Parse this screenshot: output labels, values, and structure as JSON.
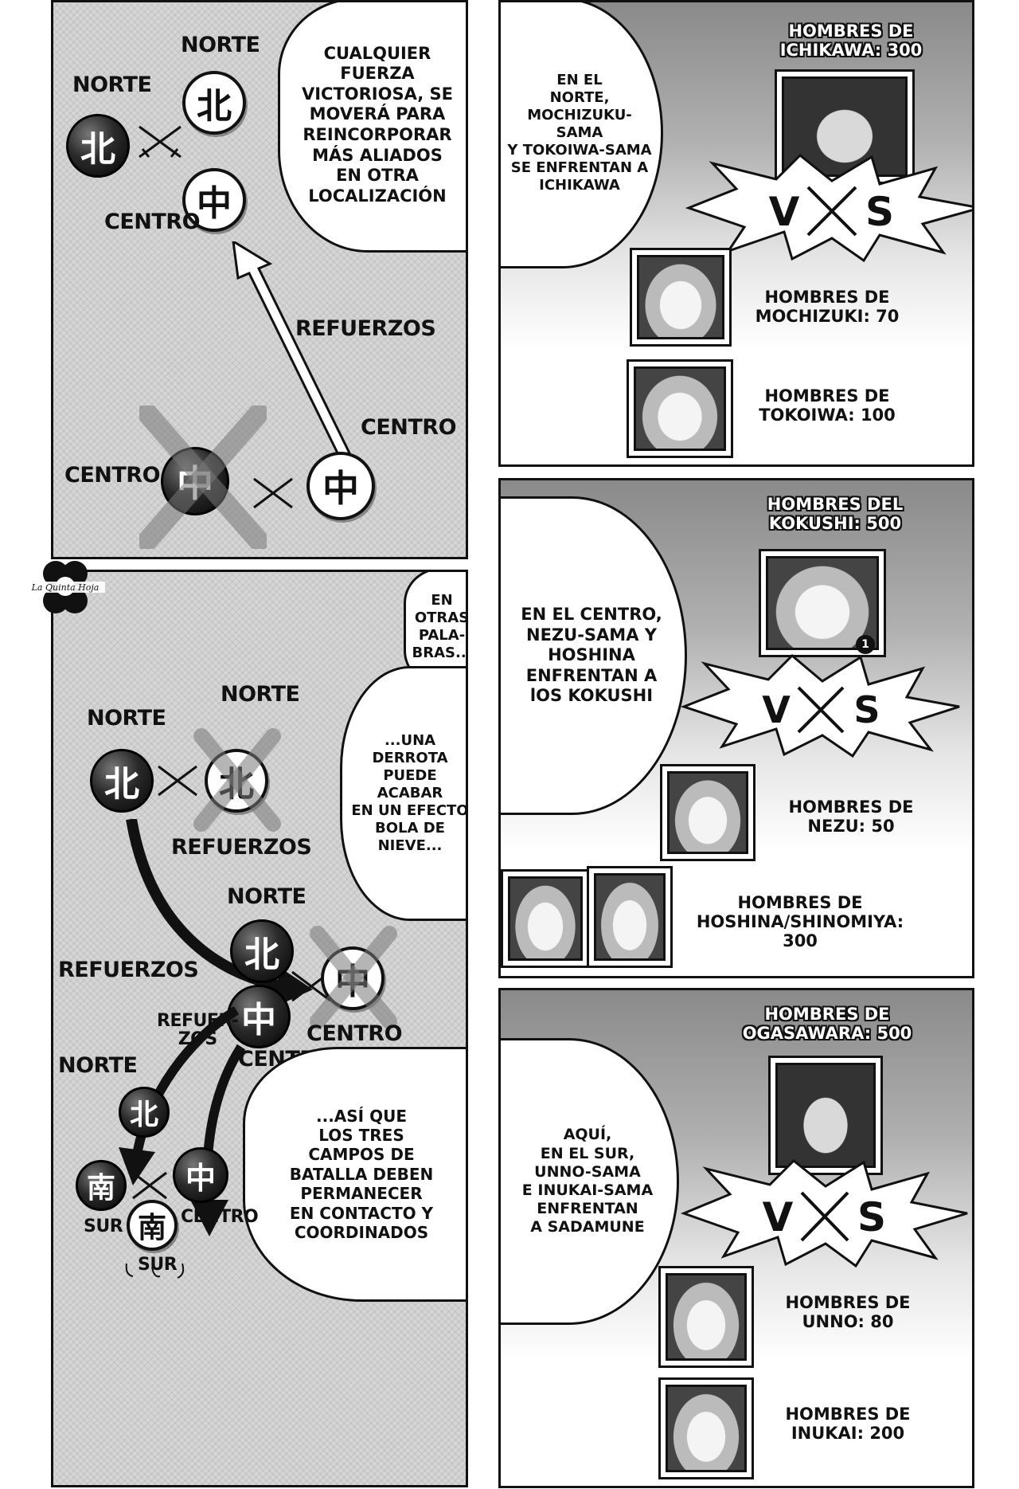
{
  "scanlator": {
    "name": "La Quinta Hoja"
  },
  "kanji": {
    "north": "北",
    "center": "中",
    "south": "南"
  },
  "panel1": {
    "bubble": "CUALQUIER\nFUERZA\nVICTORIOSA, SE\nMOVERÁ PARA\nREINCORPORAR\nMÁS ALIADOS\nEN OTRA\nLOCALIZACIÓN",
    "label_norte_top": "NORTE",
    "label_norte_left": "NORTE",
    "label_centro_top": "CENTRO",
    "label_refuerzos": "REFUERZOS",
    "label_centro_right": "CENTRO",
    "label_centro_left": "CENTRO"
  },
  "panel2": {
    "bubble1": "EN\nOTRAS\nPALA-\nBRAS...",
    "bubble2": "...UNA\nDERROTA\nPUEDE ACABAR\nEN UN EFECTO\nBOLA DE\nNIEVE...",
    "bubble3": "...ASÍ QUE\nLOS TRES\nCAMPOS DE\nBATALLA DEBEN\nPERMANECER\nEN CONTACTO Y\nCOORDINADOS",
    "label_norte_a": "NORTE",
    "label_norte_b": "NORTE",
    "label_refuerzos_a": "REFUERZOS",
    "label_norte_c": "NORTE",
    "label_refuerzos_b": "REFUERZOS",
    "label_refuerzos_c": "REFUER-\nZOS",
    "label_centro_a": "CENTRO",
    "label_centro_b": "CENTRO",
    "label_norte_d": "NORTE",
    "label_sur_a": "SUR",
    "label_centro_c": "CENTRO",
    "label_sur_b": "SUR"
  },
  "panel3": {
    "bubble": "EN EL\nNORTE,\nMOCHIZUKU-SAMA\nY TOKOIWA-SAMA\nSE ENFRENTAN A\nICHIKAWA",
    "enemy_label": "HOMBRES DE\nICHIKAWA: 300",
    "vs_v": "V",
    "vs_s": "S",
    "ally1_label": "HOMBRES DE\nMOCHIZUKI: 70",
    "ally2_label": "HOMBRES DE\nTOKOIWA: 100"
  },
  "panel4": {
    "bubble": "EN EL CENTRO,\nNEZU-SAMA Y\nHOSHINA\nENFRENTAN A\nlOS KOKUSHI",
    "enemy_label": "HOMBRES DEL\nKOKUSHI: 500",
    "portrait_number": "1",
    "vs_v": "V",
    "vs_s": "S",
    "ally1_label": "HOMBRES DE\nNEZU: 50",
    "ally2_label": "HOMBRES DE\nHOSHINA/SHINOMIYA:\n300"
  },
  "panel5": {
    "bubble": "AQUÍ,\nEN EL SUR,\nUNNO-SAMA\nE INUKAI-SAMA\nENFRENTAN\nA SADAMUNE",
    "enemy_label": "HOMBRES DE\nOGASAWARA: 500",
    "vs_v": "V",
    "vs_s": "S",
    "ally1_label": "HOMBRES DE\nUNNO: 80",
    "ally2_label": "HOMBRES DE\nINUKAI: 200"
  }
}
